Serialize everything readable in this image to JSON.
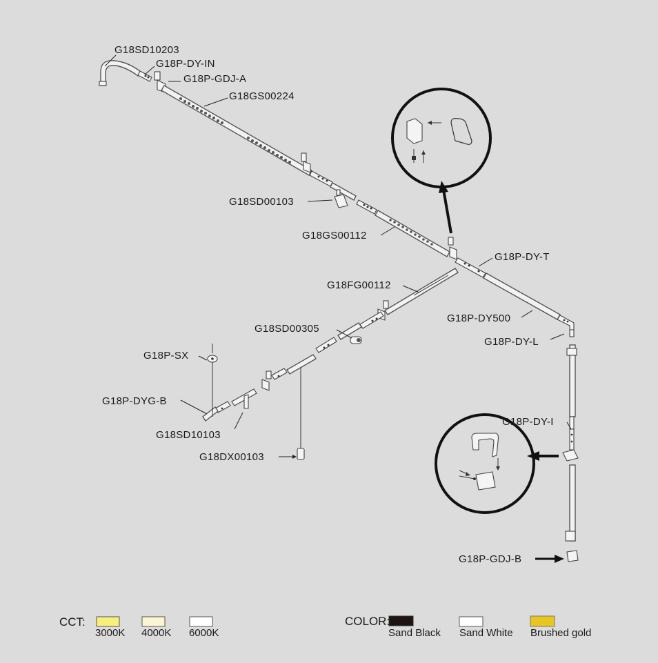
{
  "labels": {
    "sd10203": "G18SD10203",
    "dy_in": "G18P-DY-IN",
    "gdj_a": "G18P-GDJ-A",
    "gs00224": "G18GS00224",
    "sd00103": "G18SD00103",
    "gs00112": "G18GS00112",
    "dy_t": "G18P-DY-T",
    "fg00112": "G18FG00112",
    "dy500": "G18P-DY500",
    "sd00305": "G18SD00305",
    "dy_l": "G18P-DY-L",
    "sx": "G18P-SX",
    "dyg_b": "G18P-DYG-B",
    "sd10103": "G18SD10103",
    "dx00103": "G18DX00103",
    "dy_i": "G18P-DY-I",
    "gdj_b": "G18P-GDJ-B"
  },
  "legend": {
    "cct_title": "CCT:",
    "cct": [
      {
        "label": "3000K",
        "color": "#f7ef7a"
      },
      {
        "label": "4000K",
        "color": "#fbf6d2"
      },
      {
        "label": "6000K",
        "color": "#ffffff"
      }
    ],
    "color_title": "COLOR:",
    "colors": [
      {
        "label": "Sand Black",
        "color": "#1e1414"
      },
      {
        "label": "Sand White",
        "color": "#ffffff"
      },
      {
        "label": "Brushed gold",
        "color": "#e8c51f"
      }
    ]
  }
}
